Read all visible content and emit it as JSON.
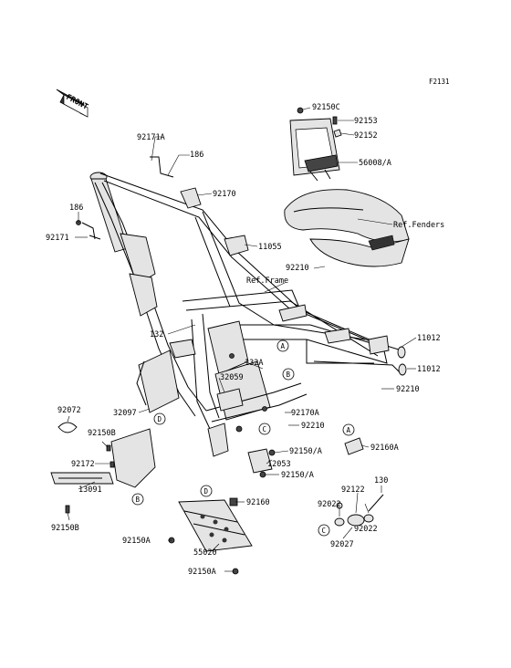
{
  "figure_code": "F2131",
  "front_marker": "FRONT",
  "reference_labels": {
    "fenders": "Ref.Fenders",
    "frame": "Ref.Frame"
  },
  "callout_letters": [
    "A",
    "B",
    "C",
    "D"
  ],
  "part_labels": {
    "p92150C": "92150C",
    "p92153": "92153",
    "p92152": "92152",
    "p56008A": "56008/A",
    "p92171A": "92171A",
    "p186_top": "186",
    "p92170": "92170",
    "p186_left": "186",
    "p92171": "92171",
    "p11055": "11055",
    "p92210_top": "92210",
    "p132": "132",
    "p11012_a": "11012",
    "p11012_b": "11012",
    "p132A": "132A",
    "p32059": "32059",
    "p92210_right": "92210",
    "p92072": "92072",
    "p32097": "32097",
    "p92170A": "92170A",
    "p92210_mid": "92210",
    "p92150B_top": "92150B",
    "p92150A_upper": "92150/A",
    "p92160A": "92160A",
    "p92172": "92172",
    "p12053": "12053",
    "p92150A_lower": "92150/A",
    "p130": "130",
    "p13091": "13091",
    "p92122": "92122",
    "p92022_a": "92022",
    "p92150B_bottom": "92150B",
    "p92160": "92160",
    "p92022_b": "92022",
    "p92150A_plate": "92150A",
    "p92027": "92027",
    "p55020": "55020",
    "p92150A_bottom": "92150A"
  }
}
